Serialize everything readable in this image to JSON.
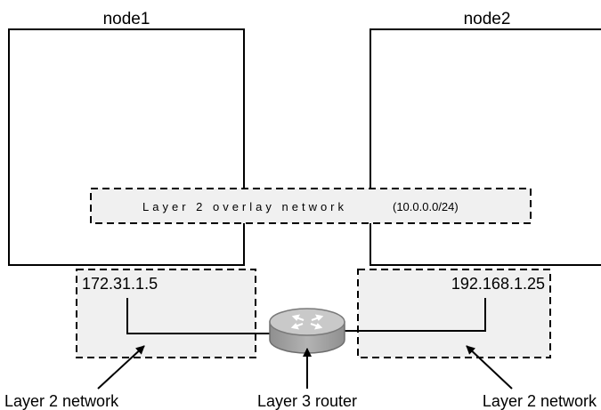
{
  "nodes": [
    {
      "name": "node1"
    },
    {
      "name": "node2"
    }
  ],
  "overlay": {
    "label": "Layer 2 overlay network",
    "subnet": "(10.0.0.0/24)"
  },
  "networks": [
    {
      "ip": "172.31.1.5"
    },
    {
      "ip": "192.168.1.25"
    }
  ],
  "captions": {
    "left_network": "Layer 2 network",
    "router": "Layer 3 router",
    "right_network": "Layer 2 network"
  },
  "colors": {
    "box_fill": "#f0f0f0",
    "line": "#000000",
    "router_body": "#a9a9a9",
    "router_top": "#c4c4c4"
  }
}
